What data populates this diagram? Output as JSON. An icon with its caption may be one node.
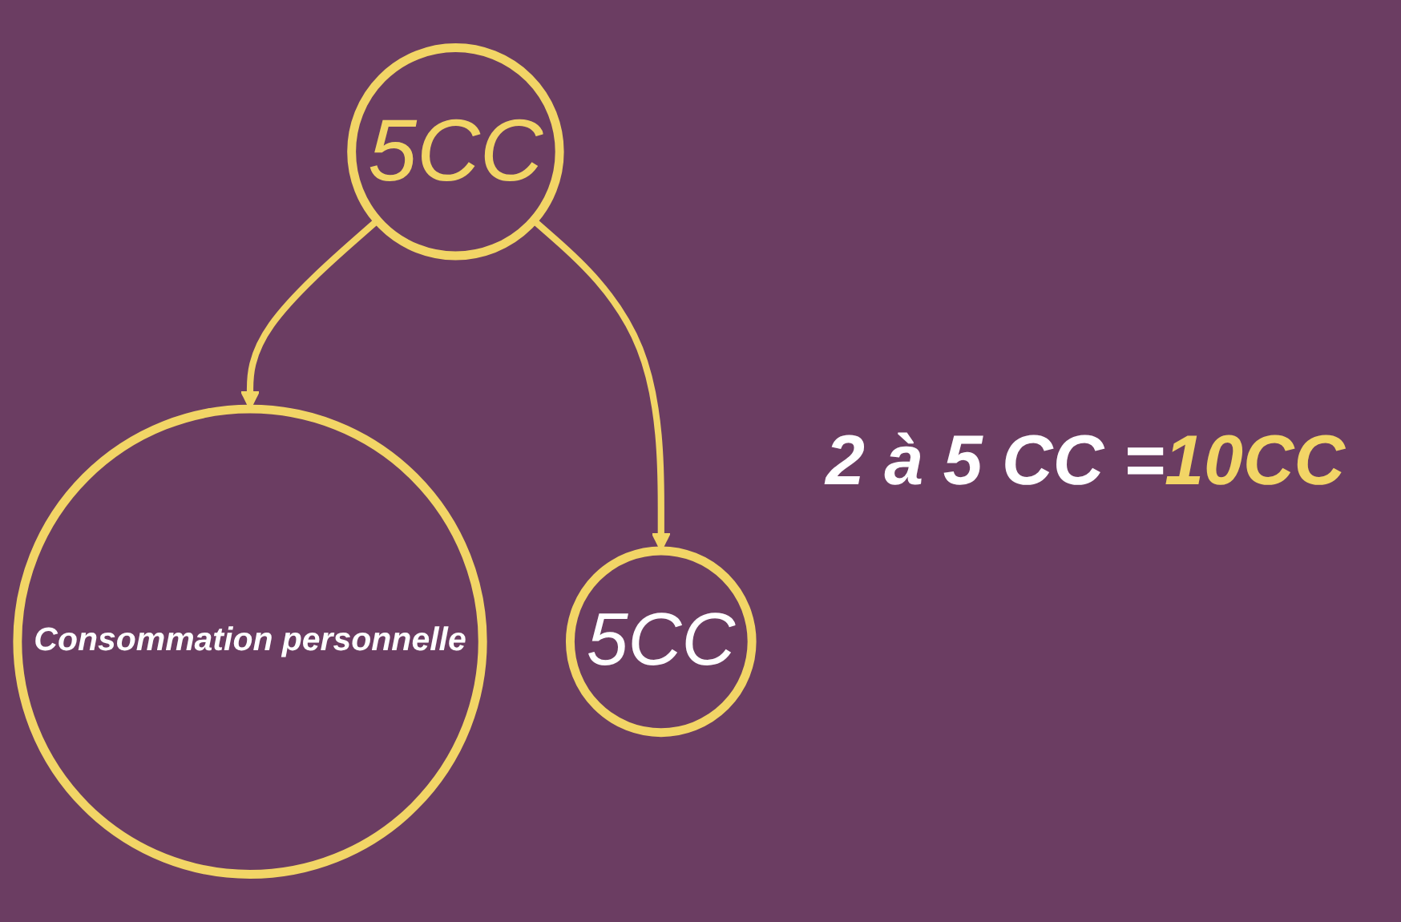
{
  "diagram": {
    "nodes": [
      {
        "text": [
          "5CC"
        ]
      },
      {
        "text": [
          "Consommation personnelle"
        ]
      },
      {
        "text": [
          "5CC"
        ]
      }
    ],
    "edges": [
      {
        "from": 0,
        "to": 1,
        "arrow": "to"
      },
      {
        "from": 0,
        "to": 2,
        "arrow": "to"
      }
    ],
    "labels": [
      "2 à 5 CC =",
      "10CC"
    ]
  }
}
